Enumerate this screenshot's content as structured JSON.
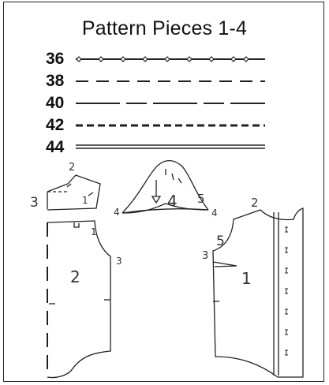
{
  "title": "Pattern Pieces 1-4",
  "sizes": [
    {
      "label": "36",
      "line_style": "diamond-dots"
    },
    {
      "label": "38",
      "line_style": "long-dash"
    },
    {
      "label": "40",
      "line_style": "long-short-dash"
    },
    {
      "label": "42",
      "line_style": "heavy-dash"
    },
    {
      "label": "44",
      "line_style": "double-line"
    }
  ],
  "pieces": {
    "piece3": {
      "number": "3",
      "notch_1": "1",
      "notch_2": "2"
    },
    "piece4": {
      "number": "4",
      "notch_left": "4",
      "notch_right": "4",
      "notch_5": "5"
    },
    "piece2": {
      "number": "2",
      "notch_1": "1",
      "notch_3": "3"
    },
    "piece1": {
      "number": "1",
      "notch_2": "2",
      "notch_3": "3",
      "notch_5": "5"
    }
  },
  "colors": {
    "line": "#222222",
    "label": "#333333",
    "background": "#ffffff"
  }
}
